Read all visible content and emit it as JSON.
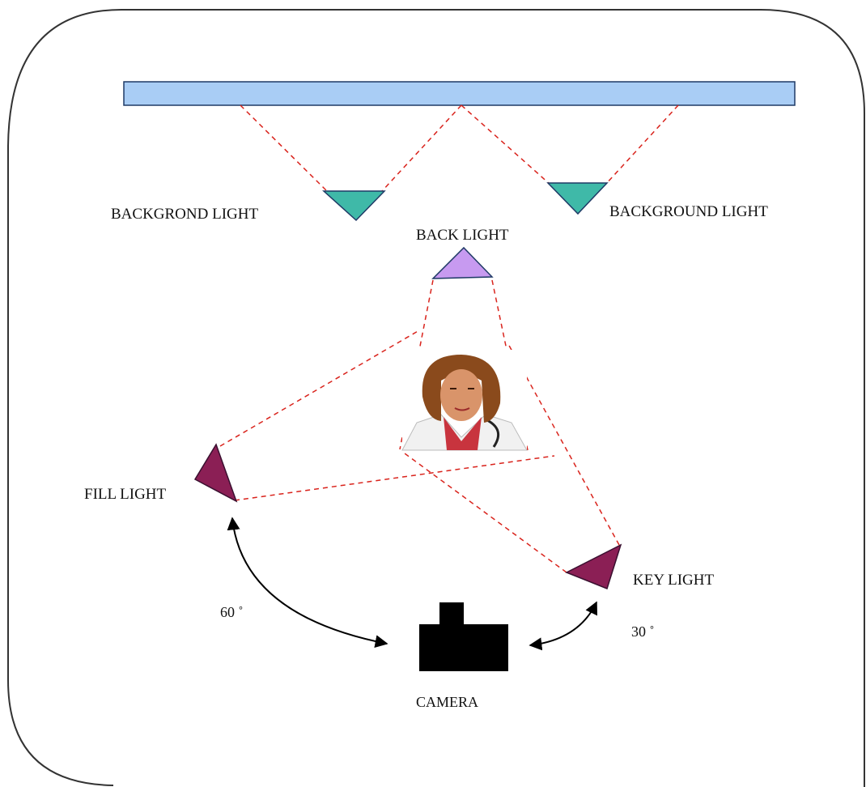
{
  "labels": {
    "background_light_left": "BACKGROND LIGHT",
    "background_light_right": "BACKGROUND  LIGHT",
    "back_light": "BACK  LIGHT",
    "fill_light": "FILL LIGHT",
    "key_light": "KEY LIGHT",
    "camera": "CAMERA",
    "angle_fill": "60 ˚",
    "angle_key": "30 ˚"
  },
  "colors": {
    "backdrop": "#a9cdf5",
    "background_light": "#3fb9a8",
    "back_light": "#c79af0",
    "fill_key_light": "#8b1f55",
    "beam": "#d9231c",
    "camera": "#000000"
  },
  "icons": {
    "subject": "person-portrait-icon",
    "camera": "camera-icon"
  }
}
